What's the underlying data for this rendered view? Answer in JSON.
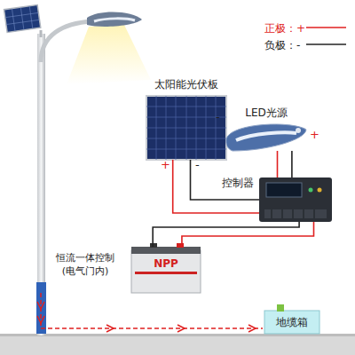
{
  "diagram": {
    "nodes": [
      {
        "text": [
          "太阳能光伏板"
        ]
      },
      {
        "text": [
          "LED光源"
        ]
      },
      {
        "text": [
          "控制器"
        ]
      },
      {
        "text": [
          "NPP"
        ]
      },
      {
        "text": [
          "地缆箱"
        ]
      }
    ],
    "edges": [
      {
        "from": 0,
        "to": 2,
        "arrow": "none"
      },
      {
        "from": 1,
        "to": 2,
        "arrow": "none"
      },
      {
        "from": 3,
        "to": 2,
        "arrow": "none"
      }
    ],
    "labels": [
      "+",
      "-",
      "-",
      "+",
      "恒流一体控制 (电气门内)"
    ],
    "legend": [
      {
        "text": "正极：+"
      },
      {
        "text": "负极：-"
      }
    ]
  }
}
